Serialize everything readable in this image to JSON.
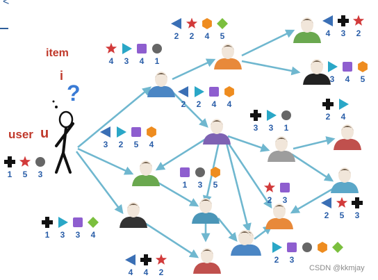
{
  "texts": {
    "corner_mark": "<",
    "item_title": "item",
    "item_var": "i",
    "user_title": "user",
    "user_var": "u",
    "question": "?",
    "watermark": "CSDN @kkmjay"
  },
  "colors": {
    "arrow": "#6fb7cf",
    "number": "#2a5ea8",
    "label_red": "#c0392b"
  },
  "people": [
    {
      "name": "thinking-user",
      "color": "#111111"
    },
    {
      "name": "person-a",
      "color": "#4b86c4"
    },
    {
      "name": "person-b",
      "color": "#e8893a"
    },
    {
      "name": "person-c",
      "color": "#6aa84f"
    },
    {
      "name": "person-d",
      "color": "#222222"
    },
    {
      "name": "person-e",
      "color": "#7e62b3"
    },
    {
      "name": "person-f",
      "color": "#9d9d9d"
    },
    {
      "name": "person-g",
      "color": "#c0504d"
    },
    {
      "name": "person-h",
      "color": "#5ba7c8"
    },
    {
      "name": "person-i",
      "color": "#6aa84f"
    },
    {
      "name": "person-j",
      "color": "#4b96b8"
    },
    {
      "name": "person-k",
      "color": "#e8893a"
    },
    {
      "name": "person-l",
      "color": "#333333"
    },
    {
      "name": "person-m",
      "color": "#4b86c4"
    },
    {
      "name": "person-n",
      "color": "#c0504d"
    },
    {
      "name": "person-o",
      "color": "#4b86c4"
    }
  ],
  "ratings": [
    {
      "name": "rating-near-user",
      "icons": [
        "cross",
        "star",
        "circle"
      ],
      "numbers": [
        "1",
        "5",
        "3"
      ]
    },
    {
      "name": "rating-top-left",
      "icons": [
        "star",
        "play",
        "square",
        "circle"
      ],
      "numbers": [
        "4",
        "3",
        "4",
        "1"
      ]
    },
    {
      "name": "rating-top-center",
      "icons": [
        "triangle",
        "star",
        "hexagon",
        "diamond"
      ],
      "numbers": [
        "2",
        "2",
        "4",
        "5"
      ]
    },
    {
      "name": "rating-top-right",
      "icons": [
        "triangle",
        "cross",
        "star"
      ],
      "numbers": [
        "4",
        "3",
        "2"
      ]
    },
    {
      "name": "rating-right-upper",
      "icons": [
        "play",
        "square",
        "hexagon"
      ],
      "numbers": [
        "3",
        "4",
        "5"
      ]
    },
    {
      "name": "rating-center-upper",
      "icons": [
        "triangle",
        "play",
        "square",
        "hexagon"
      ],
      "numbers": [
        "2",
        "2",
        "4",
        "4"
      ]
    },
    {
      "name": "rating-left-middle",
      "icons": [
        "triangle",
        "play",
        "square",
        "hexagon"
      ],
      "numbers": [
        "3",
        "2",
        "5",
        "4"
      ]
    },
    {
      "name": "rating-center-right",
      "icons": [
        "cross",
        "play",
        "circle"
      ],
      "numbers": [
        "3",
        "3",
        "1"
      ]
    },
    {
      "name": "rating-far-right",
      "icons": [
        "cross",
        "play"
      ],
      "numbers": [
        "2",
        "4"
      ]
    },
    {
      "name": "rating-center",
      "icons": [
        "square",
        "circle",
        "hexagon"
      ],
      "numbers": [
        "1",
        "3",
        "5"
      ]
    },
    {
      "name": "rating-mid-right",
      "icons": [
        "star",
        "square"
      ],
      "numbers": [
        "2",
        "3"
      ]
    },
    {
      "name": "rating-right-lower",
      "icons": [
        "triangle",
        "star",
        "cross"
      ],
      "numbers": [
        "2",
        "5",
        "3"
      ]
    },
    {
      "name": "rating-bottom-left",
      "icons": [
        "cross",
        "play",
        "square",
        "diamond"
      ],
      "numbers": [
        "1",
        "3",
        "3",
        "4"
      ]
    },
    {
      "name": "rating-bottom-center",
      "icons": [
        "triangle",
        "cross",
        "star"
      ],
      "numbers": [
        "4",
        "4",
        "2"
      ]
    },
    {
      "name": "rating-bottom-right",
      "icons": [
        "play",
        "square",
        "circle",
        "hexagon",
        "diamond"
      ],
      "numbers": [
        "2",
        "3",
        "",
        "",
        ""
      ]
    }
  ]
}
